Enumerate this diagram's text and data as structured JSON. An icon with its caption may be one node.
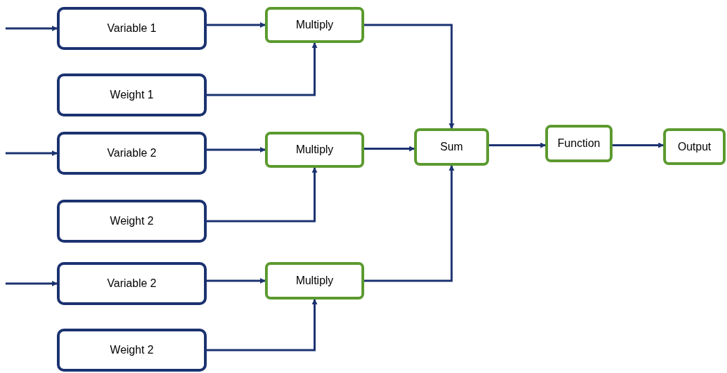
{
  "diagram": {
    "nodes": [
      {
        "text": [
          "Variable 1"
        ]
      },
      {
        "text": [
          "Multiply"
        ]
      },
      {
        "text": [
          "Weight 1"
        ]
      },
      {
        "text": [
          "Variable 2"
        ]
      },
      {
        "text": [
          "Multiply"
        ]
      },
      {
        "text": [
          "Sum"
        ]
      },
      {
        "text": [
          "Function"
        ]
      },
      {
        "text": [
          "Output"
        ]
      },
      {
        "text": [
          "Weight 2"
        ]
      },
      {
        "text": [
          "Variable 2"
        ]
      },
      {
        "text": [
          "Multiply"
        ]
      },
      {
        "text": [
          "Weight 2"
        ]
      }
    ],
    "edges": [
      {
        "from": null,
        "to": 0,
        "arrow": "to"
      },
      {
        "from": 0,
        "to": 1,
        "arrow": "to"
      },
      {
        "from": 2,
        "to": 1,
        "arrow": "to"
      },
      {
        "from": 1,
        "to": 5,
        "arrow": "to"
      },
      {
        "from": null,
        "to": 3,
        "arrow": "to"
      },
      {
        "from": 3,
        "to": 4,
        "arrow": "to"
      },
      {
        "from": 8,
        "to": 4,
        "arrow": "to"
      },
      {
        "from": 4,
        "to": 5,
        "arrow": "to"
      },
      {
        "from": 10,
        "to": 5,
        "arrow": "to"
      },
      {
        "from": 5,
        "to": 6,
        "arrow": "to"
      },
      {
        "from": 6,
        "to": 7,
        "arrow": "to"
      },
      {
        "from": null,
        "to": 9,
        "arrow": "to"
      },
      {
        "from": 9,
        "to": 10,
        "arrow": "to"
      },
      {
        "from": 11,
        "to": 10,
        "arrow": "to"
      }
    ]
  }
}
